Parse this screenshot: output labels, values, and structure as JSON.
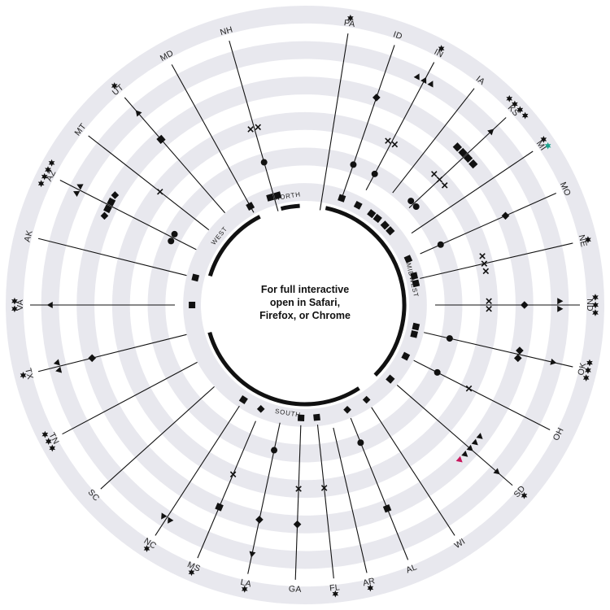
{
  "center_message_lines": [
    "For full interactive",
    "open in Safari,",
    "Firefox, or Chrome"
  ],
  "regions": [
    {
      "name": "NORTH"
    },
    {
      "name": "MIDWEST"
    },
    {
      "name": "SOUTH"
    },
    {
      "name": "WEST"
    }
  ],
  "colors": {
    "ring": "#e8e8ee",
    "ink": "#111111",
    "highlight_green": "#1aa18b",
    "highlight_pink": "#c8175d"
  },
  "states": [
    {
      "id": "PA",
      "region": "NORTH",
      "marks": [
        {
          "s": "star",
          "r": 6
        }
      ]
    },
    {
      "id": "ID",
      "region": "MIDWEST",
      "marks": [
        {
          "s": "square",
          "r": 1
        },
        {
          "s": "circle",
          "r": 2
        },
        {
          "s": "diamond",
          "r": 4
        }
      ]
    },
    {
      "id": "IN",
      "region": "MIDWEST",
      "marks": [
        {
          "s": "square",
          "r": 1
        },
        {
          "s": "circle",
          "r": 2
        },
        {
          "s": "x",
          "r": 3
        },
        {
          "s": "x",
          "r": 3
        },
        {
          "s": "triangle",
          "r": 5
        },
        {
          "s": "triangle",
          "r": 5
        },
        {
          "s": "triangle",
          "r": 5
        },
        {
          "s": "star",
          "r": 6
        }
      ]
    },
    {
      "id": "IA",
      "region": "MIDWEST",
      "marks": [
        {
          "s": "square",
          "r": 1
        },
        {
          "s": "square",
          "r": 1
        }
      ]
    },
    {
      "id": "KS",
      "region": "MIDWEST",
      "marks": [
        {
          "s": "square",
          "r": 1
        },
        {
          "s": "square",
          "r": 1
        },
        {
          "s": "circle",
          "r": 2
        },
        {
          "s": "circle",
          "r": 2
        },
        {
          "s": "x",
          "r": 3
        },
        {
          "s": "x",
          "r": 3
        },
        {
          "s": "x",
          "r": 3
        },
        {
          "s": "square",
          "r": 4
        },
        {
          "s": "square",
          "r": 4
        },
        {
          "s": "square",
          "r": 4
        },
        {
          "s": "square",
          "r": 4
        },
        {
          "s": "triangle",
          "r": 5
        },
        {
          "s": "star",
          "r": 6
        },
        {
          "s": "star",
          "r": 6
        },
        {
          "s": "star",
          "r": 6
        },
        {
          "s": "star",
          "r": 6
        }
      ]
    },
    {
      "id": "MI",
      "region": "MIDWEST",
      "marks": [
        {
          "s": "star",
          "r": 6
        },
        {
          "s": "star",
          "r": 6,
          "hl": "green"
        }
      ]
    },
    {
      "id": "MO",
      "region": "MIDWEST",
      "marks": [
        {
          "s": "square",
          "r": 1
        },
        {
          "s": "circle",
          "r": 2
        },
        {
          "s": "diamond",
          "r": 4
        }
      ]
    },
    {
      "id": "NE",
      "region": "MIDWEST",
      "marks": [
        {
          "s": "square",
          "r": 1
        },
        {
          "s": "square",
          "r": 1
        },
        {
          "s": "x",
          "r": 3
        },
        {
          "s": "x",
          "r": 3
        },
        {
          "s": "x",
          "r": 3
        },
        {
          "s": "star",
          "r": 6
        }
      ]
    },
    {
      "id": "ND",
      "region": "MIDWEST",
      "marks": [
        {
          "s": "x",
          "r": 3
        },
        {
          "s": "x",
          "r": 3
        },
        {
          "s": "diamond",
          "r": 4
        },
        {
          "s": "triangle",
          "r": 5
        },
        {
          "s": "triangle",
          "r": 5
        },
        {
          "s": "star",
          "r": 6
        },
        {
          "s": "star",
          "r": 6
        },
        {
          "s": "star",
          "r": 6
        }
      ]
    },
    {
      "id": "OK",
      "region": "MIDWEST",
      "marks": [
        {
          "s": "square",
          "r": 1
        },
        {
          "s": "square",
          "r": 1
        },
        {
          "s": "circle",
          "r": 2
        },
        {
          "s": "diamond",
          "r": 4
        },
        {
          "s": "diamond",
          "r": 4
        },
        {
          "s": "triangle",
          "r": 5
        },
        {
          "s": "star",
          "r": 6
        },
        {
          "s": "star",
          "r": 6
        },
        {
          "s": "star",
          "r": 6
        }
      ]
    },
    {
      "id": "OH",
      "region": "MIDWEST",
      "marks": [
        {
          "s": "square",
          "r": 1
        },
        {
          "s": "circle",
          "r": 2
        },
        {
          "s": "x",
          "r": 3
        }
      ]
    },
    {
      "id": "SD",
      "region": "MIDWEST",
      "marks": [
        {
          "s": "square",
          "r": 1
        },
        {
          "s": "triangle",
          "r": 4
        },
        {
          "s": "triangle",
          "r": 4
        },
        {
          "s": "triangle",
          "r": 4
        },
        {
          "s": "triangle",
          "r": 4
        },
        {
          "s": "triangle",
          "r": 4,
          "hl": "pink"
        },
        {
          "s": "triangle",
          "r": 5
        },
        {
          "s": "star",
          "r": 6
        }
      ]
    },
    {
      "id": "WI",
      "region": "MIDWEST",
      "marks": [
        {
          "s": "diamond",
          "r": 1
        }
      ]
    },
    {
      "id": "AL",
      "region": "SOUTH",
      "marks": [
        {
          "s": "diamond",
          "r": 1
        },
        {
          "s": "circle",
          "r": 2
        },
        {
          "s": "square",
          "r": 4
        }
      ]
    },
    {
      "id": "AR",
      "region": "SOUTH",
      "marks": [
        {
          "s": "star",
          "r": 6
        }
      ]
    },
    {
      "id": "FL",
      "region": "SOUTH",
      "marks": [
        {
          "s": "square",
          "r": 1
        },
        {
          "s": "x",
          "r": 3
        },
        {
          "s": "star",
          "r": 6
        }
      ]
    },
    {
      "id": "GA",
      "region": "SOUTH",
      "marks": [
        {
          "s": "square",
          "r": 1
        },
        {
          "s": "x",
          "r": 3
        },
        {
          "s": "diamond",
          "r": 4
        }
      ]
    },
    {
      "id": "LA",
      "region": "SOUTH",
      "marks": [
        {
          "s": "circle",
          "r": 2
        },
        {
          "s": "diamond",
          "r": 4
        },
        {
          "s": "triangle",
          "r": 5
        },
        {
          "s": "star",
          "r": 6
        }
      ]
    },
    {
      "id": "MS",
      "region": "SOUTH",
      "marks": [
        {
          "s": "diamond",
          "r": 1
        },
        {
          "s": "x",
          "r": 3
        },
        {
          "s": "square",
          "r": 4
        },
        {
          "s": "star",
          "r": 6
        }
      ]
    },
    {
      "id": "NC",
      "region": "SOUTH",
      "marks": [
        {
          "s": "square",
          "r": 1
        },
        {
          "s": "triangle",
          "r": 5
        },
        {
          "s": "triangle",
          "r": 5
        },
        {
          "s": "star",
          "r": 6
        }
      ]
    },
    {
      "id": "SC",
      "region": "SOUTH",
      "marks": []
    },
    {
      "id": "TN",
      "region": "SOUTH",
      "marks": [
        {
          "s": "star",
          "r": 6
        },
        {
          "s": "star",
          "r": 6
        },
        {
          "s": "star",
          "r": 6
        }
      ]
    },
    {
      "id": "TX",
      "region": "SOUTH",
      "marks": [
        {
          "s": "diamond",
          "r": 4
        },
        {
          "s": "triangle",
          "r": 5
        },
        {
          "s": "triangle",
          "r": 5
        },
        {
          "s": "star",
          "r": 6
        }
      ]
    },
    {
      "id": "VA",
      "region": "SOUTH",
      "marks": [
        {
          "s": "square",
          "r": 1
        },
        {
          "s": "triangle",
          "r": 5
        },
        {
          "s": "star",
          "r": 6
        },
        {
          "s": "star",
          "r": 6
        }
      ]
    },
    {
      "id": "AK",
      "region": "WEST",
      "marks": [
        {
          "s": "square",
          "r": 1
        }
      ]
    },
    {
      "id": "AZ",
      "region": "WEST",
      "marks": [
        {
          "s": "circle",
          "r": 2
        },
        {
          "s": "circle",
          "r": 2
        },
        {
          "s": "diamond",
          "r": 4
        },
        {
          "s": "square",
          "r": 4
        },
        {
          "s": "square",
          "r": 4
        },
        {
          "s": "diamond",
          "r": 4
        },
        {
          "s": "triangle",
          "r": 5
        },
        {
          "s": "triangle",
          "r": 5
        },
        {
          "s": "star",
          "r": 6
        },
        {
          "s": "star",
          "r": 6
        },
        {
          "s": "star",
          "r": 6
        },
        {
          "s": "star",
          "r": 6
        }
      ]
    },
    {
      "id": "MT",
      "region": "WEST",
      "marks": [
        {
          "s": "x",
          "r": 3
        }
      ]
    },
    {
      "id": "UT",
      "region": "WEST",
      "marks": [
        {
          "s": "square",
          "r": 4
        },
        {
          "s": "triangle",
          "r": 5
        },
        {
          "s": "star",
          "r": 6
        }
      ]
    },
    {
      "id": "MD",
      "region": "WEST",
      "marks": [
        {
          "s": "square",
          "r": 1
        }
      ]
    },
    {
      "id": "NH",
      "region": "NORTH",
      "marks": [
        {
          "s": "square",
          "r": 1
        },
        {
          "s": "square",
          "r": 1
        },
        {
          "s": "circle",
          "r": 2
        },
        {
          "s": "x",
          "r": 3
        },
        {
          "s": "x",
          "r": 3
        }
      ]
    }
  ]
}
